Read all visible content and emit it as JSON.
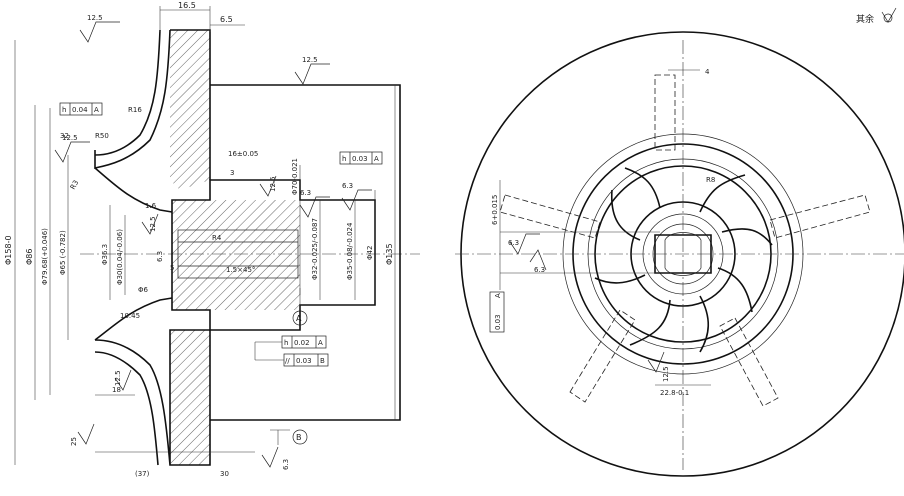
{
  "note": "其余",
  "section_view": {
    "dims": {
      "top_width": "16.5",
      "top_right": "6.5",
      "overall_dia": "Φ158-0",
      "dia_86": "Φ86",
      "dia_79": "Φ79.68(+0.046)",
      "dia_65": "Φ65 (-0.782)",
      "dia_36": "Φ36.3",
      "dia_30": "Φ30(0.04/-0.06)",
      "dia_70": "Φ70-0.021",
      "dia_32": "Φ32-0.025/-0.087",
      "dia_35": "Φ35-0.08/-0.024",
      "dia_42": "Φ42",
      "dia_135": "Φ135",
      "len_16": "16±0.05",
      "len_3": "3",
      "len_10_45": "10.45",
      "len_18": "18",
      "len_37": "(37)",
      "len_30": "30",
      "len_5": "5",
      "len_6_3": "6.3",
      "len_32": "32",
      "r16": "R16",
      "r50": "R50",
      "r3": "R3",
      "r_4": "R4",
      "c1": "1.5×45°",
      "hole": "Φ6"
    },
    "tolerances": [
      {
        "symbol": "h",
        "value": "0.04",
        "datum": "A"
      },
      {
        "symbol": "h",
        "value": "0.03",
        "datum": "A"
      },
      {
        "symbol": "h",
        "value": "0.02",
        "datum": "A"
      },
      {
        "symbol": "//",
        "value": "0.03",
        "datum": "B"
      }
    ],
    "roughness": [
      "12.5",
      "12.5",
      "12.5",
      "6.3",
      "6.3",
      "12.5",
      "12.5",
      "12.5",
      "25",
      "6.3",
      "1.6"
    ],
    "datums": [
      "A",
      "B"
    ]
  },
  "front_view": {
    "dims": {
      "top": "4",
      "left": "6+0.015",
      "bottom": "22.8-0.1",
      "r": "R8"
    },
    "tolerance": {
      "value": "0.03",
      "datum": "A"
    },
    "roughness": [
      "6.3",
      "6.3",
      "12.5"
    ]
  }
}
